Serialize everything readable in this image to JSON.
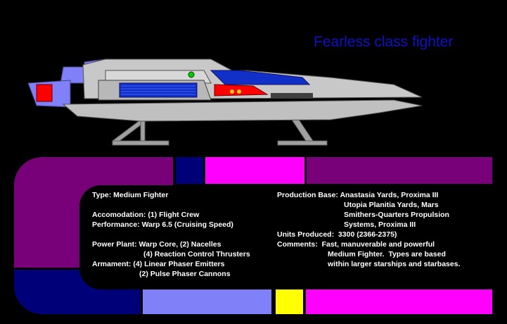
{
  "title": "Fearless class fighter",
  "colors": {
    "purple": "#780078",
    "navy": "#000078",
    "magenta": "#ff00ff",
    "lavender": "#8080f8",
    "yellow": "#ffff00",
    "hull": "#c0c0c0",
    "window_blue": "#1030c8",
    "red_accent": "#ff0000"
  },
  "specs_left": {
    "type": "Type: Medium Fighter",
    "accommodation": "Accomodation: (1) Flight Crew",
    "performance": "Performance: Warp 6.5 (Cruising Speed)",
    "power_plant_1": "Power Plant: Warp Core, (2) Nacelles",
    "power_plant_2": "(4) Reaction Control Thrusters",
    "armament_1": "Armament: (4) Linear Phaser Emitters",
    "armament_2": "(2) Pulse Phaser Cannons"
  },
  "specs_right": {
    "production_1": "Production Base: Anastasia Yards, Proxima III",
    "production_2": "Utopia Planitia Yards, Mars",
    "production_3": "Smithers-Quarters Propulsion",
    "production_4": "Systems, Proxima III",
    "units": "Units Produced:  3300 (2366-2375)",
    "comments_1": "Comments:  Fast, manuverable and powerful",
    "comments_2": "Medium Fighter.  Types are based",
    "comments_3": "within larger starships and starbases."
  }
}
